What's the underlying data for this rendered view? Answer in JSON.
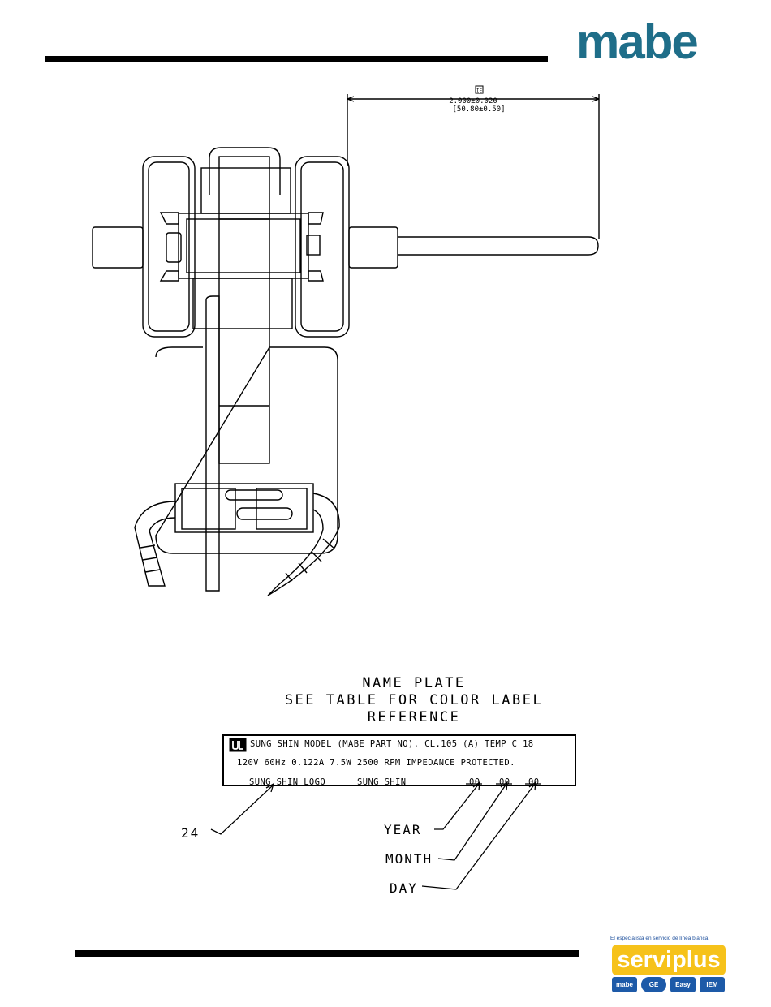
{
  "header": {
    "brand": "mabe",
    "brand_color": "#1f6e89"
  },
  "drawing": {
    "dimension_symbol": "IE",
    "dimension_imperial": "2.000±0.020",
    "dimension_metric": "[50.80±0.50]"
  },
  "nameplate": {
    "title_line1": "NAME PLATE",
    "title_line2": "SEE TABLE FOR COLOR LABEL REFERENCE",
    "line1": "SUNG SHIN MODEL (MABE PART NO). CL.105 (A) TEMP C 18",
    "line2": "120V 60Hz 0.122A 7.5W 2500 RPM IMPEDANCE PROTECTED.",
    "line3_logo": "SUNG SHIN LOGO",
    "line3_brand": "SUNG SHIN",
    "date_placeholder": "00",
    "ul_mark": "icon-ul-mark"
  },
  "callouts": {
    "item": "24",
    "year": "YEAR",
    "month": "MONTH",
    "day": "DAY"
  },
  "footer": {
    "tagline": "El especialista en servicio de línea blanca.",
    "serviplus": "serviplus",
    "serviplus_color": "#f6c21a",
    "brands": [
      "mabe",
      "GE",
      "Easy",
      "IEM"
    ]
  }
}
